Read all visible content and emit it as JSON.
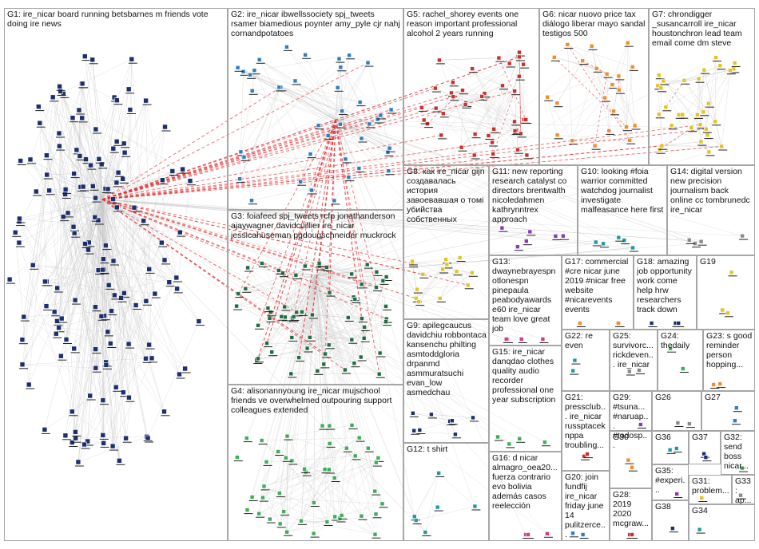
{
  "colors": {
    "box_border": "#a6a6a6",
    "edge_gray": "#c8c8c8",
    "edge_red": "#e0383a",
    "node_navy": "#1c2f6e",
    "node_blue": "#2f7fbf",
    "node_darkgreen": "#1f6e43",
    "node_green": "#3fae5a",
    "node_red": "#c8322d",
    "node_orange": "#ef8f2b",
    "node_yellow": "#e5c422",
    "node_purple": "#8a3ab9",
    "node_teal": "#1f9aa3",
    "node_magenta": "#d43c8b",
    "node_gray": "#8a8a8a"
  },
  "groups": [
    {
      "id": "G1",
      "label": "G1: ire_nicar board running betsbarnes m friends vote doing ire news"
    },
    {
      "id": "G2",
      "label": "G2: ire_nicar ibwellssociety spj_tweets rsamer biamedious poynter amy_pyle cjr nahj cornandpotatoes"
    },
    {
      "id": "G3",
      "label": "G3: foiafeed spj_tweets rcfp jonathanderson ajaywagner davidcuillier ire_nicar jessicahuseman pgdougschneider muckrock"
    },
    {
      "id": "G4",
      "label": "G4: alisonannyoung ire_nicar mujschool friends ve overwhelmed outpouring support colleagues extended"
    },
    {
      "id": "G5",
      "label": "G5: rachel_shorey events one reason important professional alcohol 2 years running"
    },
    {
      "id": "G6",
      "label": "G6: nicar nuovo price tax diálogo liberar mayo sandal testigos 500"
    },
    {
      "id": "G7",
      "label": "G7: chrondigger _susancarroll ire_nicar houstonchron lead team email come dm steve"
    },
    {
      "id": "G8",
      "label": "G8: как ire_nicar gijn создавалась история завоевавшая о томі убийства собственных"
    },
    {
      "id": "G11",
      "label": "G11: new reporting research catalyst co directors brentwalth nicoledahmen kathrynntrex approach"
    },
    {
      "id": "G10",
      "label": "G10: looking #foia warrior committed watchdog journalist investigate malfeasance here first"
    },
    {
      "id": "G14",
      "label": "G14: digital version new precision journalism back online cc tombrunedc ire_nicar"
    },
    {
      "id": "G13",
      "label": "G13: dwaynebrayespn otlonespn pinepaula peabodyawards e60 ire_nicar team love great job"
    },
    {
      "id": "G17",
      "label": "G17: commercial #cre nicar june 2019 #nicar free website #nicarevents events"
    },
    {
      "id": "G18",
      "label": "G18: amazing job opportunity work come help hrw researchers track down"
    },
    {
      "id": "G19",
      "label": "G19"
    },
    {
      "id": "G9",
      "label": "G9: apilegcaucus davidchiu robbontaca kansenchu philting asmtoddgloria drpanmd asmmuratsuchi evan_low asmedchau"
    },
    {
      "id": "G22",
      "label": "G22: re even"
    },
    {
      "id": "G25",
      "label": "G25: survivorc... rickdeven... ire_nicar"
    },
    {
      "id": "G24",
      "label": "G24: thedaily"
    },
    {
      "id": "G23",
      "label": "G23: s good reminder person hopping..."
    },
    {
      "id": "G15",
      "label": "G15: ire_nicar danqdao clothes quality audio recorder professional one year subscription"
    },
    {
      "id": "G29",
      "label": "G29: #tsuna... #naruap... #todosp..."
    },
    {
      "id": "G26",
      "label": "G26"
    },
    {
      "id": "G27",
      "label": "G27"
    },
    {
      "id": "G21",
      "label": "G21: pressclub... ire_nicar russptacek nppa troubling..."
    },
    {
      "id": "G36",
      "label": "G36"
    },
    {
      "id": "G37",
      "label": "G37"
    },
    {
      "id": "G32",
      "label": "G32: send boss nicar..."
    },
    {
      "id": "G30",
      "label": "G30"
    },
    {
      "id": "G35",
      "label": "G35: #experi..."
    },
    {
      "id": "G12",
      "label": "G12: t shirt"
    },
    {
      "id": "G16",
      "label": "G16: d nicar almagro_oea20... fuerza contrario evo bolivia además casos reelección"
    },
    {
      "id": "G20",
      "label": "G20: join fundfij ire_nicar friday june 14 pulitzerce..."
    },
    {
      "id": "G31",
      "label": "G31: problem..."
    },
    {
      "id": "G33",
      "label": "G33: ap..."
    },
    {
      "id": "G28",
      "label": "G28: 2019 2020 mcgraw..."
    },
    {
      "id": "G38",
      "label": "G38"
    },
    {
      "id": "G34",
      "label": "G34"
    }
  ]
}
